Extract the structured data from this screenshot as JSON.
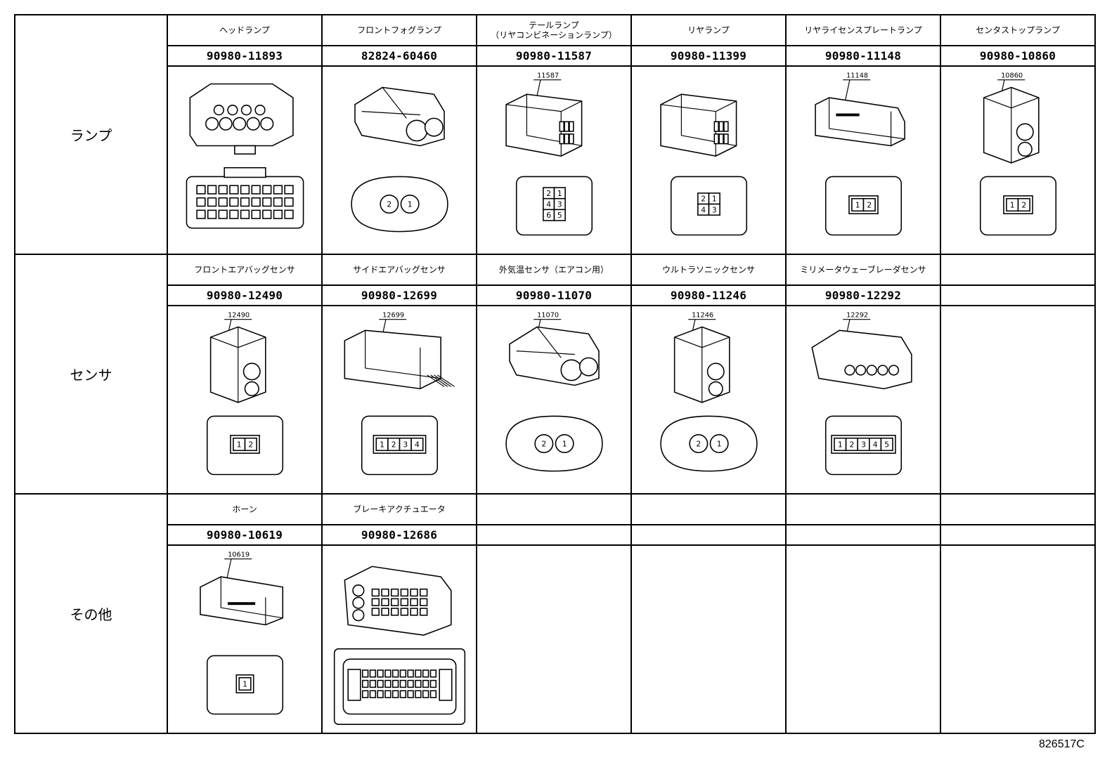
{
  "categories": [
    {
      "label": "ランプ",
      "cells": [
        {
          "name": "ヘッドランプ",
          "pn": "90980-11893",
          "lead": "",
          "pins": []
        },
        {
          "name": "フロントフォグランプ",
          "pn": "82824-60460",
          "lead": "",
          "pins": [
            "2",
            "1"
          ]
        },
        {
          "name": "テールランプ\n（リヤコンビネーションランプ）",
          "pn": "90980-11587",
          "lead": "11587",
          "pins": [
            "2",
            "1",
            "4",
            "3",
            "6",
            "5"
          ]
        },
        {
          "name": "リヤランプ",
          "pn": "90980-11399",
          "lead": "",
          "pins": [
            "2",
            "1",
            "4",
            "3"
          ]
        },
        {
          "name": "リヤライセンスプレートランプ",
          "pn": "90980-11148",
          "lead": "11148",
          "pins": [
            "1",
            "2"
          ]
        },
        {
          "name": "センタストップランプ",
          "pn": "90980-10860",
          "lead": "10860",
          "pins": [
            "1",
            "2"
          ]
        }
      ]
    },
    {
      "label": "センサ",
      "cells": [
        {
          "name": "フロントエアバッグセンサ",
          "pn": "90980-12490",
          "lead": "12490",
          "pins": [
            "1",
            "2"
          ]
        },
        {
          "name": "サイドエアバッグセンサ",
          "pn": "90980-12699",
          "lead": "12699",
          "pins": [
            "1",
            "2",
            "3",
            "4"
          ]
        },
        {
          "name": "外気温センサ（エアコン用）",
          "pn": "90980-11070",
          "lead": "11070",
          "pins": [
            "2",
            "1"
          ]
        },
        {
          "name": "ウルトラソニックセンサ",
          "pn": "90980-11246",
          "lead": "11246",
          "pins": [
            "2",
            "1"
          ]
        },
        {
          "name": "ミリメータウェーブレーダセンサ",
          "pn": "90980-12292",
          "lead": "12292",
          "pins": [
            "1",
            "2",
            "3",
            "4",
            "5"
          ]
        },
        {
          "name": "",
          "pn": "",
          "lead": "",
          "pins": []
        }
      ]
    },
    {
      "label": "その他",
      "cells": [
        {
          "name": "ホーン",
          "pn": "90980-10619",
          "lead": "10619",
          "pins": [
            "1"
          ]
        },
        {
          "name": "ブレーキアクチュエータ",
          "pn": "90980-12686",
          "lead": "",
          "pins": []
        },
        {
          "name": "",
          "pn": "",
          "lead": "",
          "pins": []
        },
        {
          "name": "",
          "pn": "",
          "lead": "",
          "pins": []
        },
        {
          "name": "",
          "pn": "",
          "lead": "",
          "pins": []
        },
        {
          "name": "",
          "pn": "",
          "lead": "",
          "pins": []
        }
      ]
    }
  ],
  "figure_id": "826517C"
}
